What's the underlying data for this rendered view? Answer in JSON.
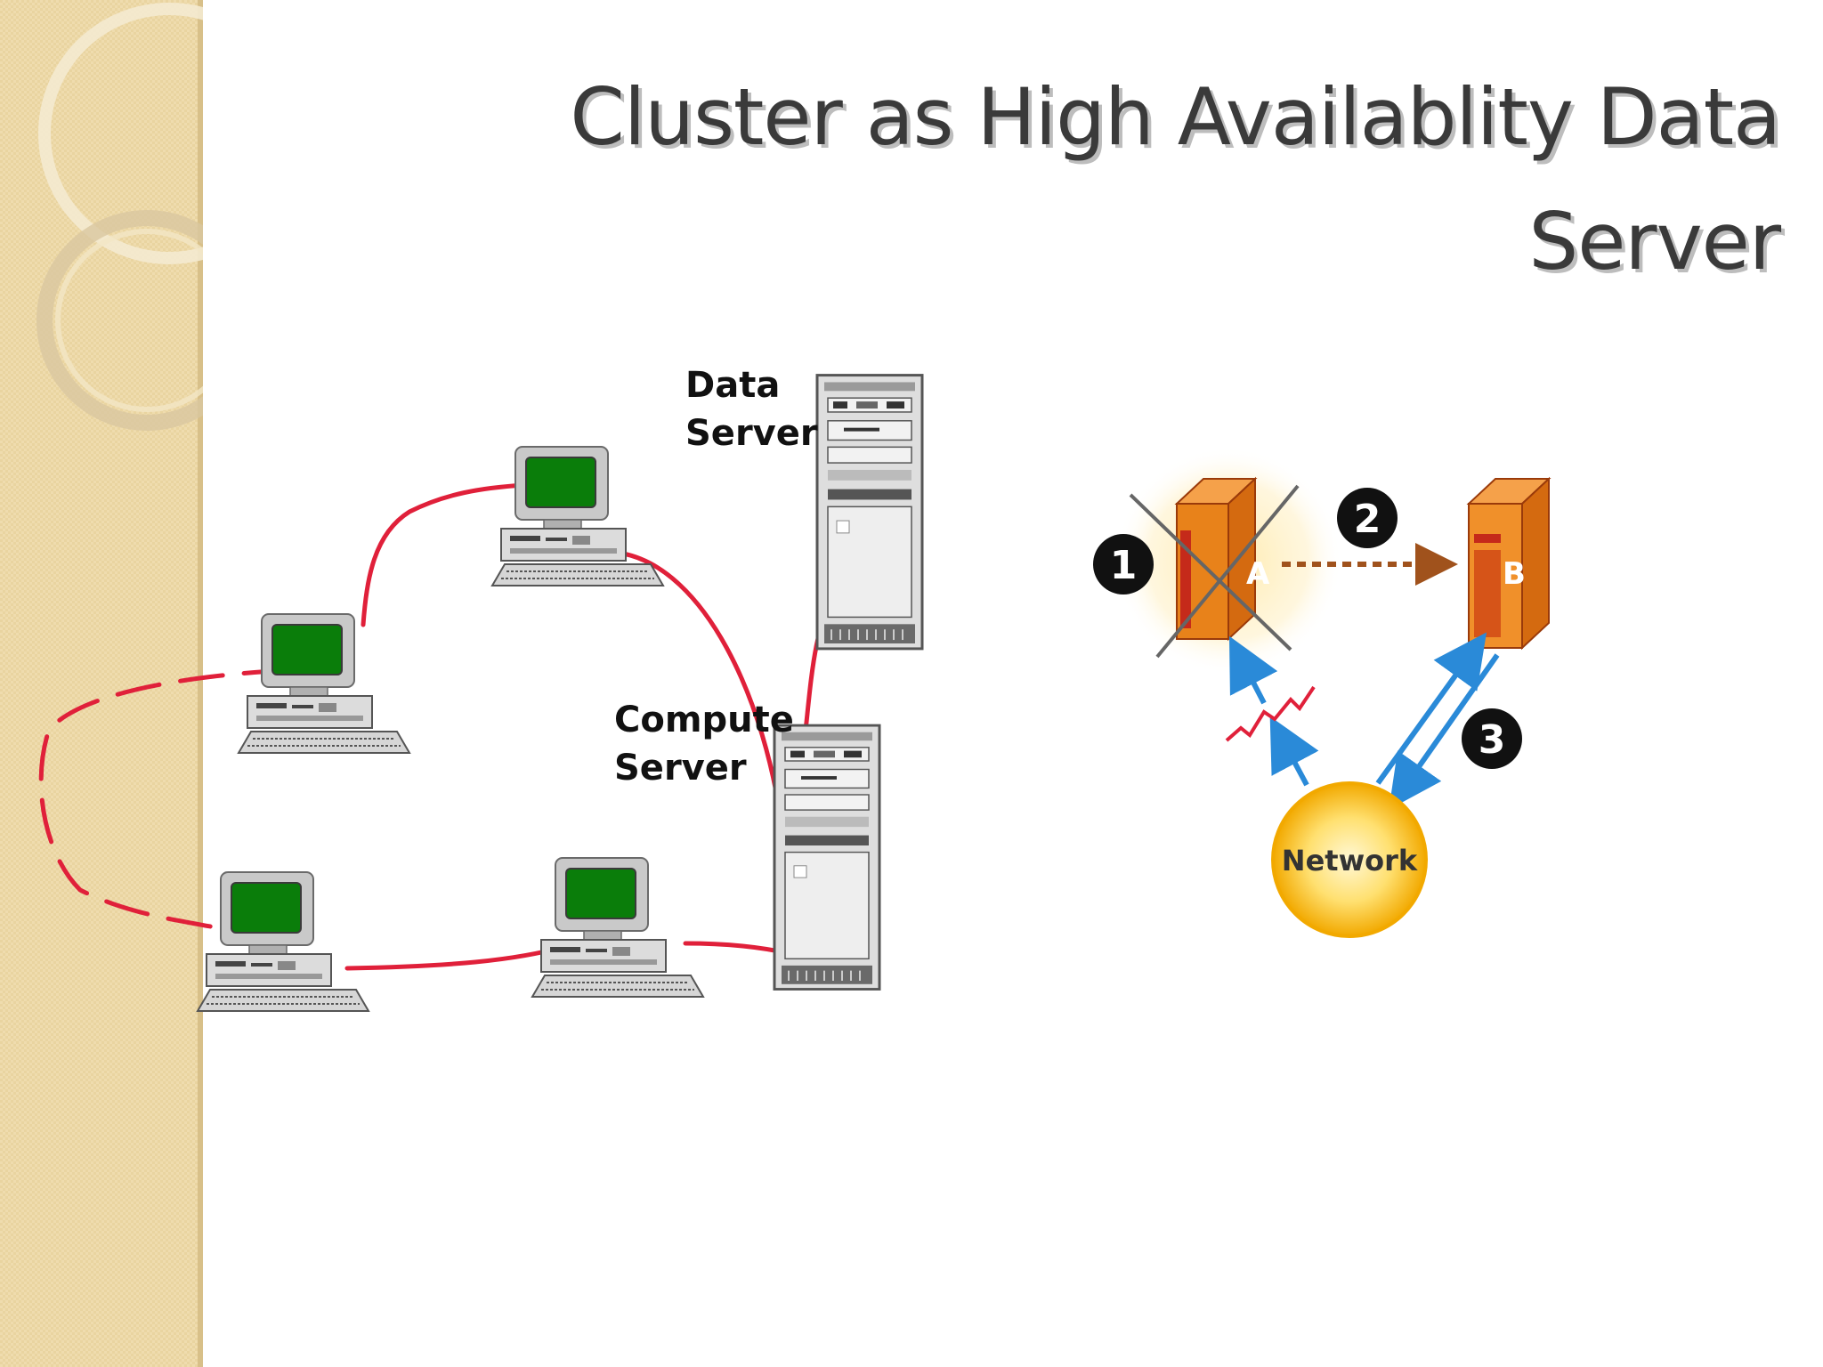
{
  "slide": {
    "title_line_1": "Cluster as High Availablity Data",
    "title_line_2": "Server"
  },
  "left_diagram": {
    "data_server_label": [
      "Data",
      "Server"
    ],
    "compute_server_label": [
      "Compute",
      "Server"
    ],
    "link_color": "#e0203a",
    "screen_color": "#0a7d0a"
  },
  "right_diagram": {
    "server_a_label": "A",
    "server_b_label": "B",
    "step_1": "1",
    "step_2": "2",
    "step_3": "3",
    "network_label": "Network",
    "server_color": "#e8821a",
    "arrow_color": "#2a8ad8",
    "failover_arrow_color": "#a0521c",
    "network_color": "#f7b500"
  }
}
